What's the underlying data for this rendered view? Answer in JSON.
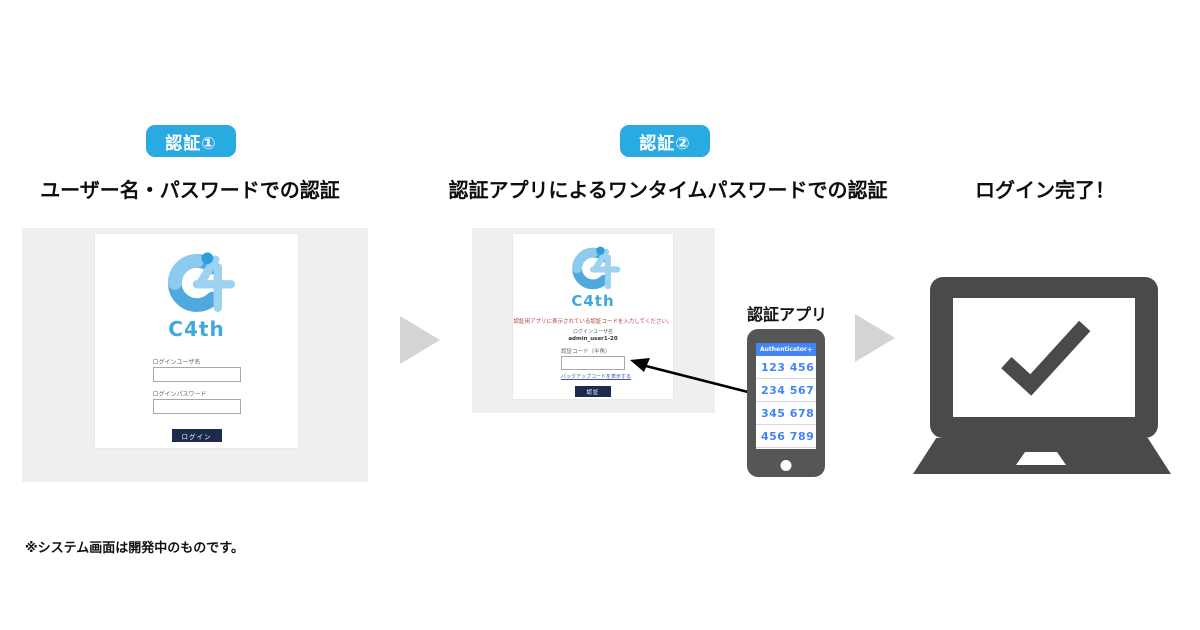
{
  "steps": {
    "step1": {
      "badge": "認証①",
      "title": "ユーザー名・パスワードでの認証"
    },
    "step2": {
      "badge": "認証②",
      "title": "認証アプリによるワンタイムパスワードでの認証"
    },
    "complete": {
      "title": "ログイン完了！"
    }
  },
  "login_screen": {
    "logo_text": "C4th",
    "username_label": "ログインユーザ名",
    "password_label": "ログインパスワード",
    "login_button": "ログイン"
  },
  "otp_screen": {
    "logo_text": "C4th",
    "instruction": "認証用アプリに表示されている認証コードを入力してください。",
    "user_label": "ログインユーザ名",
    "user_value": "admin_user1-20",
    "code_label": "認証コード（半角）",
    "backup_link": "バックアップコードを表示する",
    "auth_button": "認証"
  },
  "authenticator_app": {
    "label": "認証アプリ",
    "header": "Authenticator",
    "menu_icon": "＋",
    "codes": [
      "123 456",
      "234 567",
      "345 678",
      "456 789"
    ]
  },
  "note": "※システム画面は開発中のものです。",
  "colors": {
    "badge_blue": "#29abe2",
    "logo_blue": "#3fa9dc",
    "button_navy": "#1b2a4e",
    "app_blue": "#4285f4",
    "alert_red": "#b5413f",
    "device_gray": "#4a4a4a",
    "flow_arrow_gray": "#d4d4d4",
    "panel_gray": "#efefef"
  }
}
